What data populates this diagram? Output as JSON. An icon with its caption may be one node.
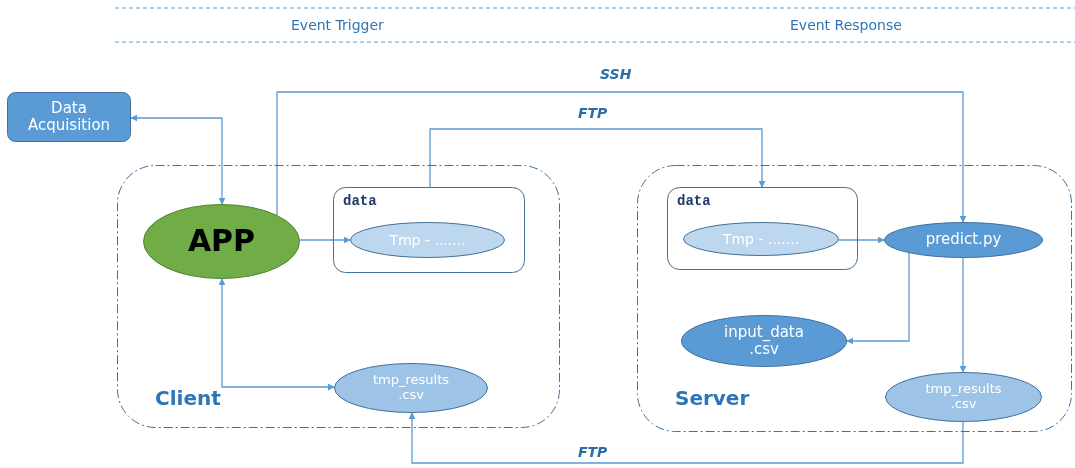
{
  "diagram": {
    "nodes": [
      {
        "text": [
          "Data Acquisition"
        ]
      },
      {
        "text": [
          "Client"
        ]
      },
      {
        "text": [
          "APP"
        ],
        "in": 1
      },
      {
        "text": [
          "data"
        ],
        "in": 1
      },
      {
        "text": [
          "Tmp - ......."
        ],
        "in": 3
      },
      {
        "text": [
          "tmp_results .csv"
        ],
        "in": 1
      },
      {
        "text": [
          "Server"
        ]
      },
      {
        "text": [
          "data"
        ],
        "in": 6
      },
      {
        "text": [
          "Tmp - ......."
        ],
        "in": 7
      },
      {
        "text": [
          "predict.py"
        ],
        "in": 6
      },
      {
        "text": [
          "input_data .csv"
        ],
        "in": 6
      },
      {
        "text": [
          "tmp_results .csv"
        ],
        "in": 6
      }
    ],
    "edges": [
      {
        "from": 2,
        "to": 0,
        "arrow": "both"
      },
      {
        "from": 2,
        "to": 4,
        "arrow": "to"
      },
      {
        "from": 2,
        "to": 5,
        "arrow": "both"
      },
      {
        "from": 2,
        "to": 9,
        "arrow": "to",
        "label": "SSH"
      },
      {
        "from": 3,
        "to": 7,
        "arrow": "to",
        "label": "FTP"
      },
      {
        "from": 8,
        "to": 9,
        "arrow": "to"
      },
      {
        "from": 9,
        "to": 10,
        "arrow": "to"
      },
      {
        "from": 9,
        "to": 11,
        "arrow": "to"
      },
      {
        "from": 11,
        "to": 5,
        "arrow": "to",
        "label": "FTP"
      }
    ],
    "labels": [
      "Event Trigger",
      "Event Response"
    ]
  }
}
